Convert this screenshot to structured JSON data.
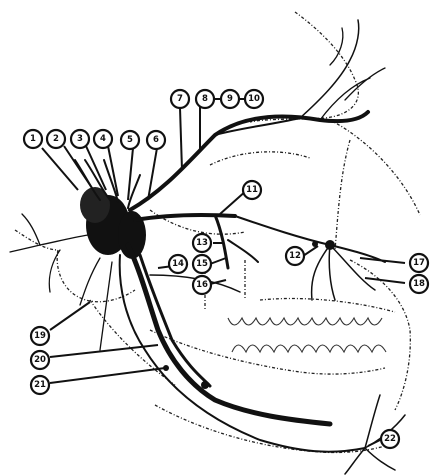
{
  "figure": {
    "subject": "Nerve branches of the face (lateral view)",
    "colors": {
      "ink": "#111111",
      "paper": "#ffffff"
    }
  },
  "callouts": [
    {
      "label": "1"
    },
    {
      "label": "2"
    },
    {
      "label": "3"
    },
    {
      "label": "4"
    },
    {
      "label": "5"
    },
    {
      "label": "6"
    },
    {
      "label": "7"
    },
    {
      "label": "8"
    },
    {
      "label": "9"
    },
    {
      "label": "10"
    },
    {
      "label": "11"
    },
    {
      "label": "12"
    },
    {
      "label": "13"
    },
    {
      "label": "14"
    },
    {
      "label": "15"
    },
    {
      "label": "16"
    },
    {
      "label": "17"
    },
    {
      "label": "18"
    },
    {
      "label": "19"
    },
    {
      "label": "20"
    },
    {
      "label": "21"
    },
    {
      "label": "22"
    }
  ]
}
